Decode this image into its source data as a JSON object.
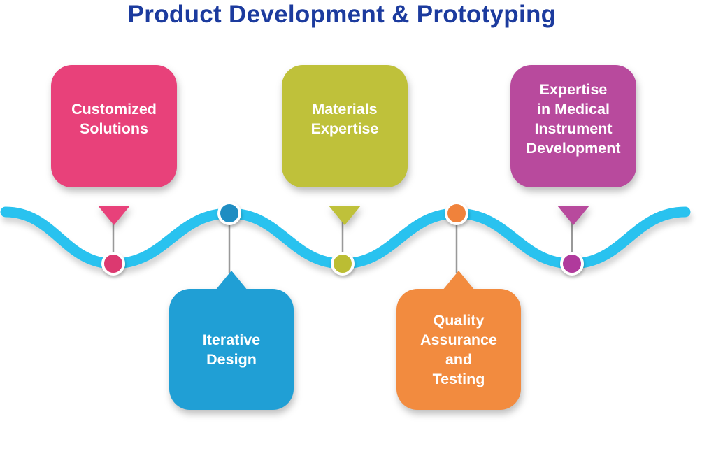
{
  "title": "Product Development & Prototyping",
  "colors": {
    "title": "#1C3B9E",
    "timeline_wave": "#29C2EF",
    "connector": "#999999"
  },
  "timeline": {
    "nodes": [
      {
        "label": "Customized\nSolutions",
        "position": "top",
        "box_color": "#E8417A",
        "dot_color": "#DC3970"
      },
      {
        "label": "Iterative\nDesign",
        "position": "bottom",
        "box_color": "#209FD5",
        "dot_color": "#1F8DC2"
      },
      {
        "label": "Materials\nExpertise",
        "position": "top",
        "box_color": "#BFC13A",
        "dot_color": "#BBBD33"
      },
      {
        "label": "Quality\nAssurance\nand\nTesting",
        "position": "bottom",
        "box_color": "#F28B3F",
        "dot_color": "#F0823B"
      },
      {
        "label": "Expertise\nin Medical\nInstrument\nDevelopment",
        "position": "top",
        "box_color": "#B84A9D",
        "dot_color": "#B03A9C"
      }
    ]
  }
}
